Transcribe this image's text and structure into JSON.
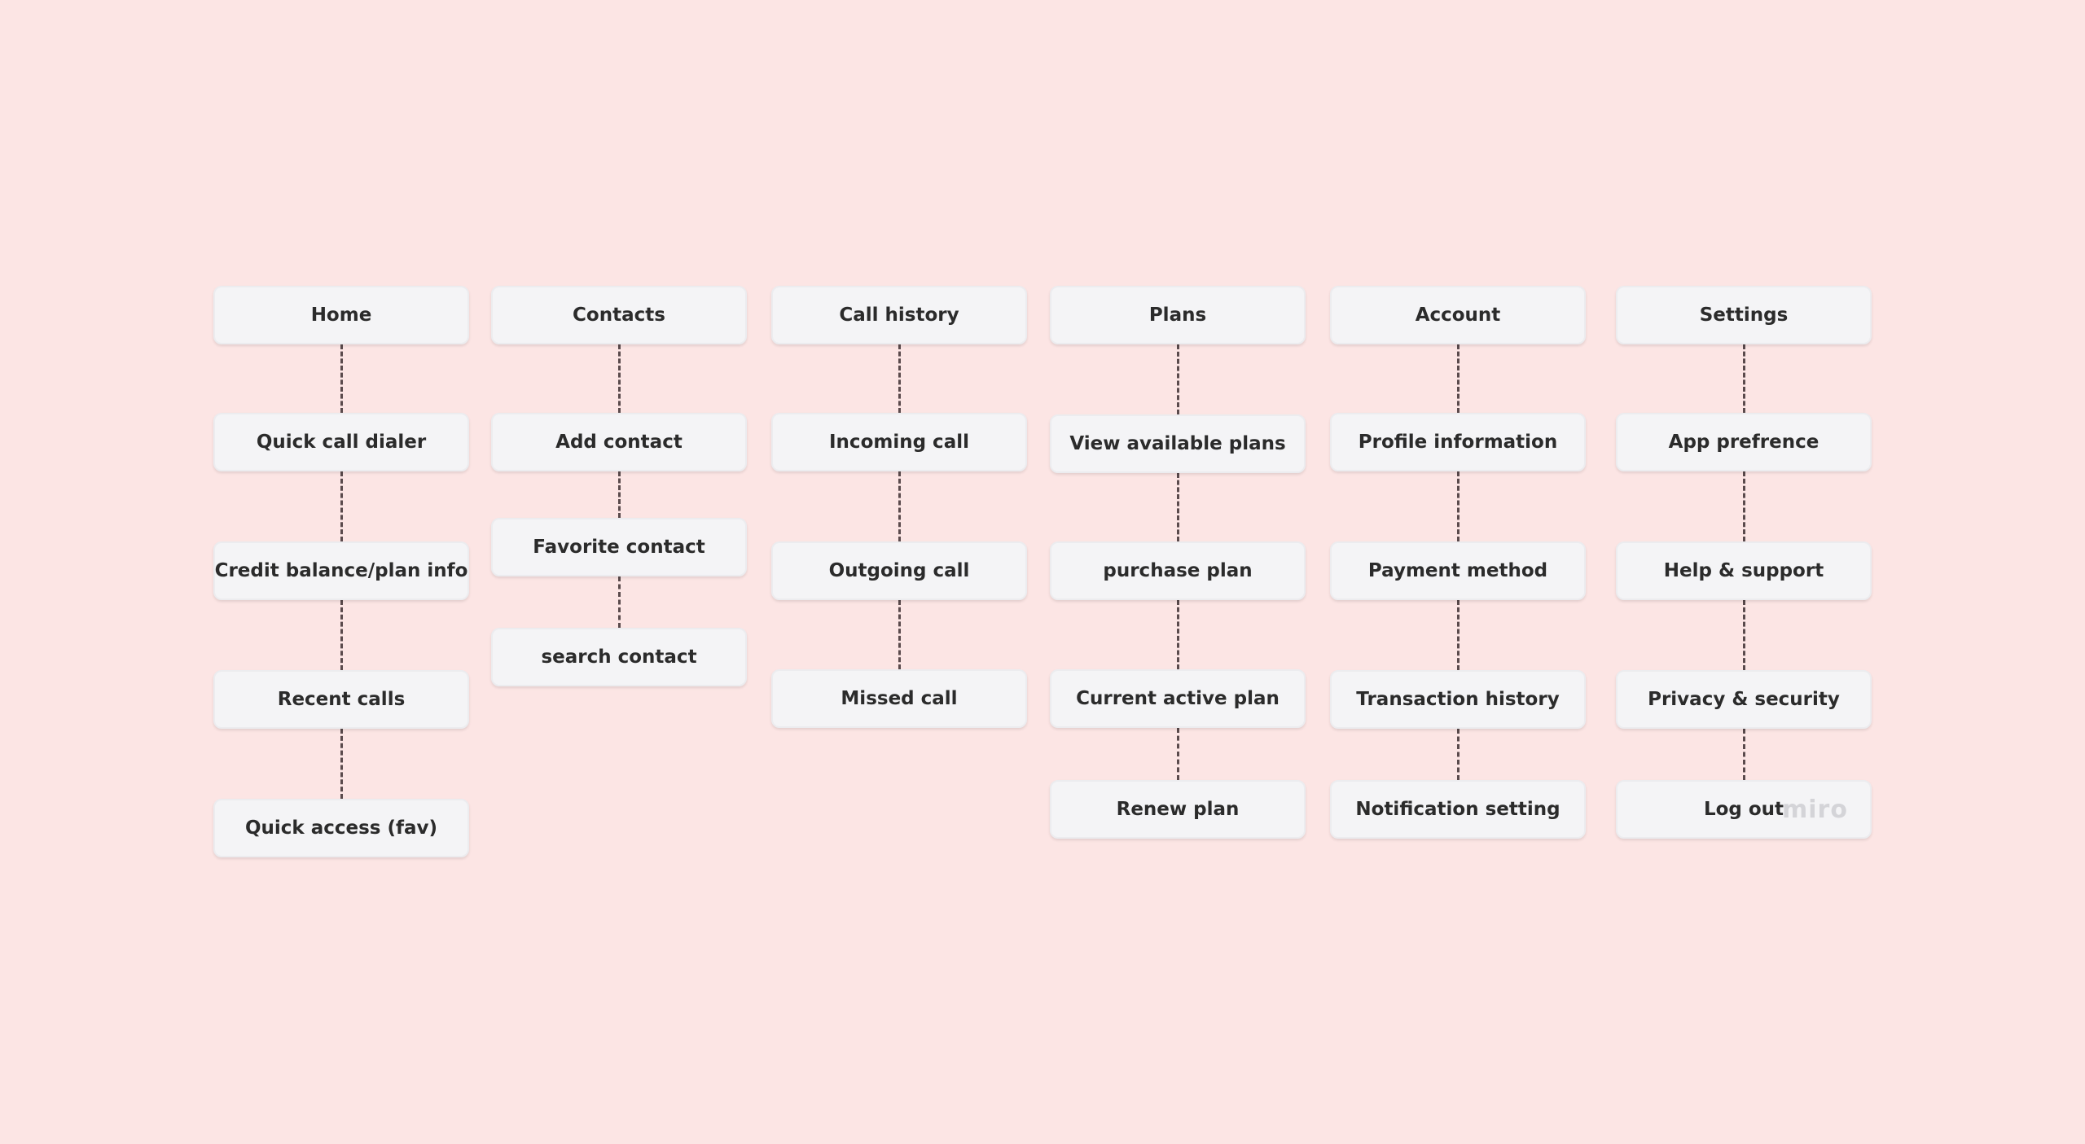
{
  "diagram": {
    "columns": [
      {
        "title": "Home",
        "items": [
          "Quick call dialer",
          "Credit balance/plan info",
          "Recent calls",
          "Quick access (fav)"
        ]
      },
      {
        "title": "Contacts",
        "items": [
          "Add contact",
          "Favorite contact",
          "search contact"
        ]
      },
      {
        "title": "Call history",
        "items": [
          "Incoming call",
          "Outgoing call",
          "Missed call"
        ]
      },
      {
        "title": "Plans",
        "items": [
          "View available plans",
          "purchase plan",
          "Current active plan",
          "Renew plan"
        ]
      },
      {
        "title": "Account",
        "items": [
          "Profile information",
          "Payment method",
          "Transaction history",
          "Notification setting"
        ]
      },
      {
        "title": "Settings",
        "items": [
          "App prefrence",
          "Help & support",
          "Privacy & security",
          "Log out"
        ]
      }
    ]
  },
  "watermark": "miro",
  "colors": {
    "background": "#fce5e4",
    "node_fill": "#f4f4f6",
    "connector": "#5a4a4c"
  }
}
